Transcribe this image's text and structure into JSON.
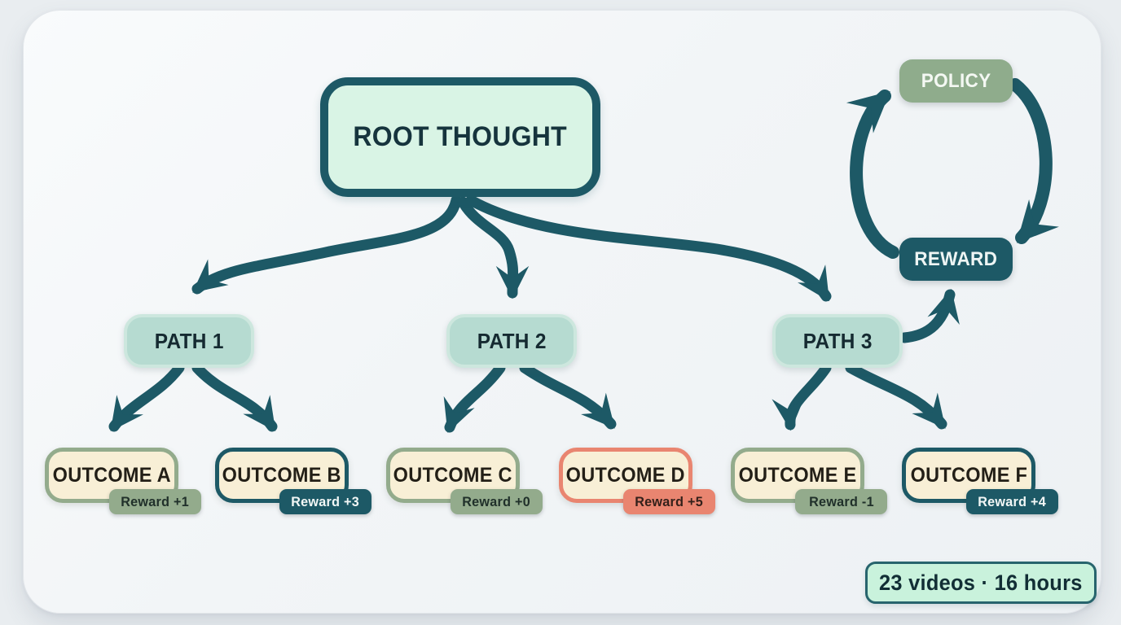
{
  "colors": {
    "teal_dark": "#1d5966",
    "sage": "#93ab8c",
    "coral": "#e98570",
    "mint": "#d9f4e5",
    "seafoam": "#b6dbd1",
    "cream": "#f8efd6",
    "mint_badge": "#c9f2dc"
  },
  "nodes": {
    "root": {
      "label": "ROOT THOUGHT"
    },
    "paths": [
      {
        "label": "PATH 1"
      },
      {
        "label": "PATH 2"
      },
      {
        "label": "PATH 3"
      }
    ],
    "outcomes": [
      {
        "label": "OUTCOME A",
        "reward": "Reward +1"
      },
      {
        "label": "OUTCOME B",
        "reward": "Reward +3"
      },
      {
        "label": "OUTCOME C",
        "reward": "Reward +0"
      },
      {
        "label": "OUTCOME D",
        "reward": "Reward +5"
      },
      {
        "label": "OUTCOME E",
        "reward": "Reward -1"
      },
      {
        "label": "OUTCOME F",
        "reward": "Reward +4"
      }
    ],
    "policy": {
      "label": "POLICY"
    },
    "reward": {
      "label": "REWARD"
    }
  },
  "footer_badge": {
    "label": "23 videos · 16 hours"
  }
}
